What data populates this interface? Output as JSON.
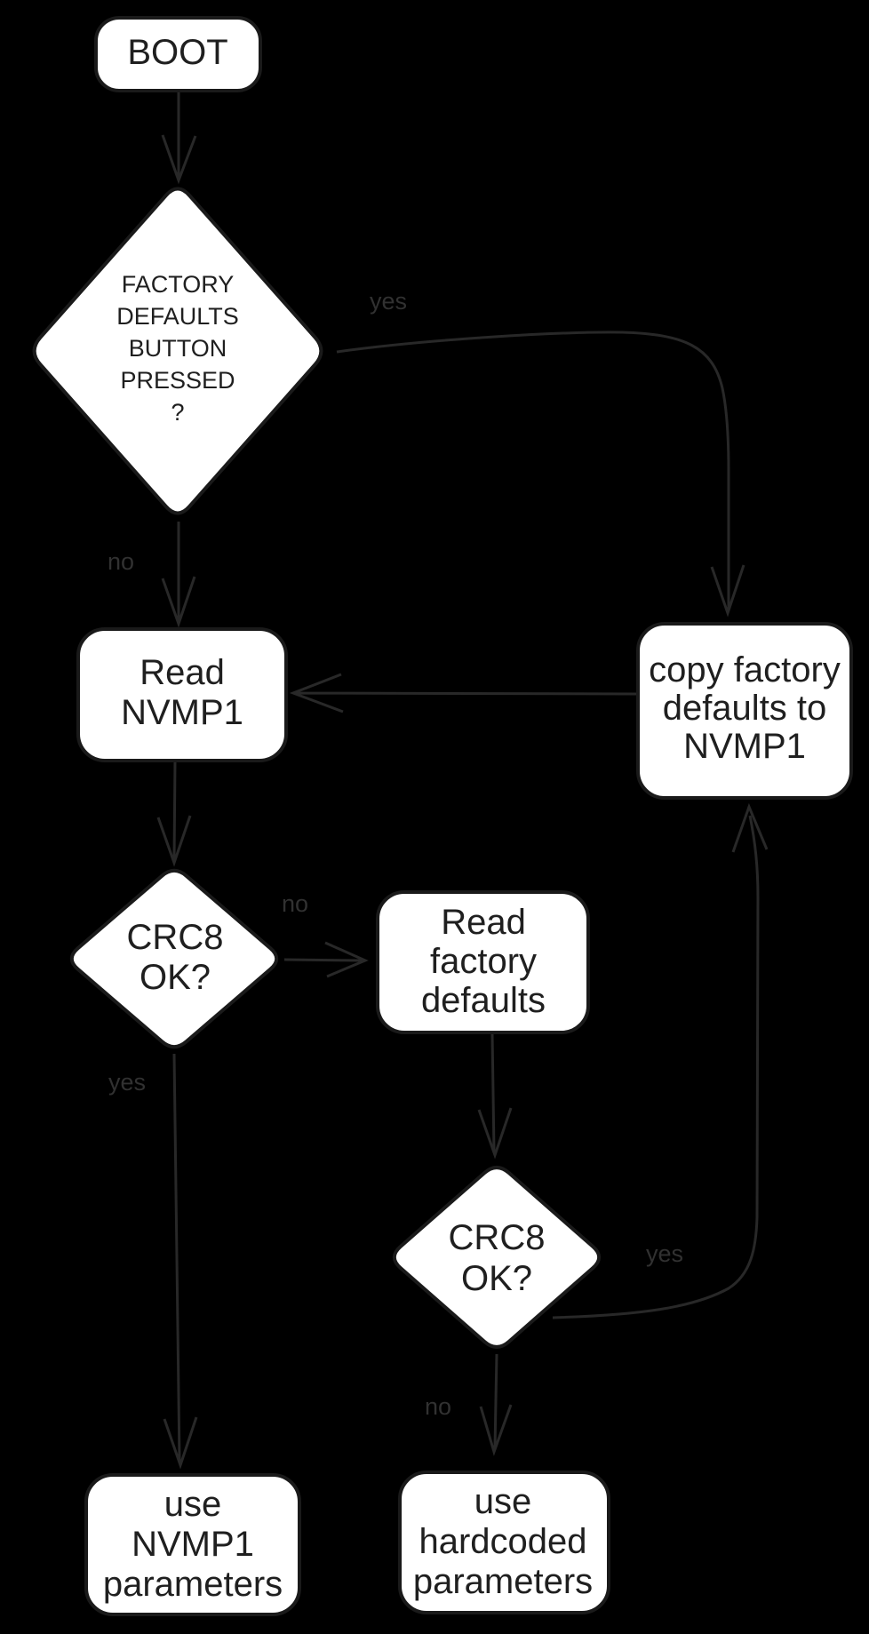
{
  "colors": {
    "bg": "#000000",
    "node-fill": "#ffffff",
    "node-stroke": "#1a1a1a",
    "node-text": "#1f1f1f",
    "edge": "#282828",
    "edge-label": "#313131"
  },
  "nodes": {
    "boot": {
      "type": "terminator",
      "label": "BOOT"
    },
    "factory_defaults_check": {
      "type": "decision",
      "lines": [
        "FACTORY",
        "DEFAULTS",
        "BUTTON",
        "PRESSED",
        "?"
      ]
    },
    "read_nvmp1": {
      "type": "process",
      "lines": [
        "Read",
        "NVMP1"
      ]
    },
    "copy_factory_defaults": {
      "type": "process",
      "lines": [
        "copy factory",
        "defaults to",
        "NVMP1"
      ]
    },
    "crc8_check_1": {
      "type": "decision",
      "lines": [
        "CRC8",
        "OK?"
      ]
    },
    "read_factory_defaults": {
      "type": "process",
      "lines": [
        "Read",
        "factory",
        "defaults"
      ]
    },
    "crc8_check_2": {
      "type": "decision",
      "lines": [
        "CRC8",
        "OK?"
      ]
    },
    "use_nvmp1_parameters": {
      "type": "process",
      "lines": [
        "use",
        "NVMP1",
        "parameters"
      ]
    },
    "use_hardcoded_parameters": {
      "type": "process",
      "lines": [
        "use",
        "hardcoded",
        "parameters"
      ]
    }
  },
  "edges": {
    "factory_yes": {
      "label": "yes",
      "from": "factory_defaults_check",
      "to": "copy_factory_defaults"
    },
    "factory_no": {
      "label": "no",
      "from": "factory_defaults_check",
      "to": "read_nvmp1"
    },
    "copy_to_read": {
      "label": "",
      "from": "copy_factory_defaults",
      "to": "read_nvmp1"
    },
    "boot_to_check": {
      "label": "",
      "from": "boot",
      "to": "factory_defaults_check"
    },
    "read_to_crc1": {
      "label": "",
      "from": "read_nvmp1",
      "to": "crc8_check_1"
    },
    "crc8_1_no": {
      "label": "no",
      "from": "crc8_check_1",
      "to": "read_factory_defaults"
    },
    "crc8_1_yes": {
      "label": "yes",
      "from": "crc8_check_1",
      "to": "use_nvmp1_parameters"
    },
    "readfd_to_crc2": {
      "label": "",
      "from": "read_factory_defaults",
      "to": "crc8_check_2"
    },
    "crc8_2_yes": {
      "label": "yes",
      "from": "crc8_check_2",
      "to": "copy_factory_defaults"
    },
    "crc8_2_no": {
      "label": "no",
      "from": "crc8_check_2",
      "to": "use_hardcoded_parameters"
    }
  }
}
